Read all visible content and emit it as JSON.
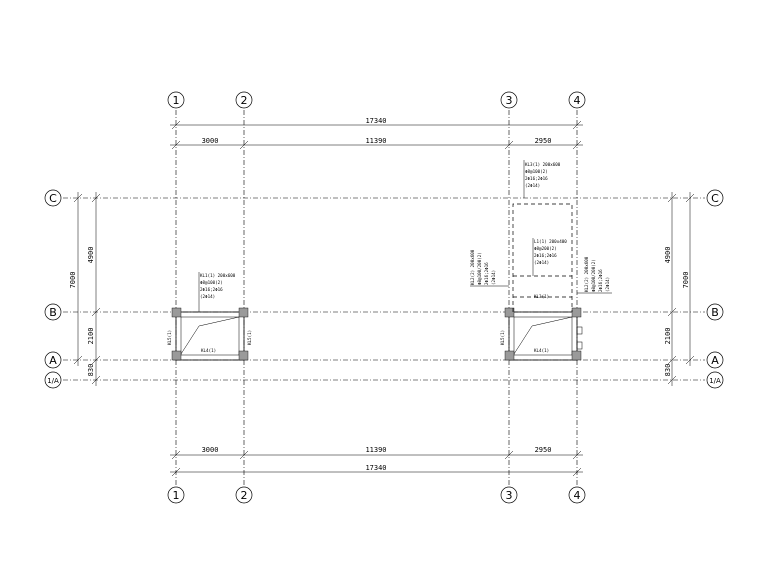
{
  "axes_vertical": [
    {
      "label": "1"
    },
    {
      "label": "2"
    },
    {
      "label": "3"
    },
    {
      "label": "4"
    }
  ],
  "axes_horizontal": [
    {
      "label": "C"
    },
    {
      "label": "B"
    },
    {
      "label": "A"
    },
    {
      "label": "1/A"
    }
  ],
  "dims_top": {
    "total": "17340",
    "segments": [
      "3000",
      "11390",
      "2950"
    ]
  },
  "dims_bottom": {
    "total": "17340",
    "segments": [
      "3000",
      "11390",
      "2950"
    ]
  },
  "dims_left": {
    "total": "7000",
    "segments": [
      "4900",
      "2100",
      "830"
    ]
  },
  "dims_right": {
    "total": "7000",
    "segments": [
      "4900",
      "2100",
      "830"
    ]
  },
  "beam_notes": {
    "kl3": [
      "KL3(1) 200x600",
      "Φ8@100(2)",
      "2Φ16;2Φ16",
      "(2Φ14)"
    ],
    "kl1_left": [
      "KL1(1) 200x600",
      "Φ8@100(2)",
      "2Φ16;2Φ16",
      "(2Φ14)"
    ],
    "kl2_mid": [
      "KL2(2) 200x600",
      "Φ8@100/200(2)",
      "2Φ16;2Φ16",
      "(2Φ14)"
    ],
    "l1": [
      "L1(1) 200x400",
      "Φ8@200(2)",
      "2Φ16;2Φ16",
      "(2Φ14)"
    ],
    "kl2_right": [
      "KL2(2) 200x600",
      "Φ8@100/200(2)",
      "2Φ16;2Φ16",
      "(2Φ14)"
    ]
  },
  "small_labels": {
    "kl4_left": "KL4(1)",
    "kl4_right": "KL4(1)",
    "kl5_left_a": "KL5(1)",
    "kl5_left_b": "KL5(1)",
    "kl5_right": "KL5(1)",
    "kl3_small": "KL3(1)"
  }
}
